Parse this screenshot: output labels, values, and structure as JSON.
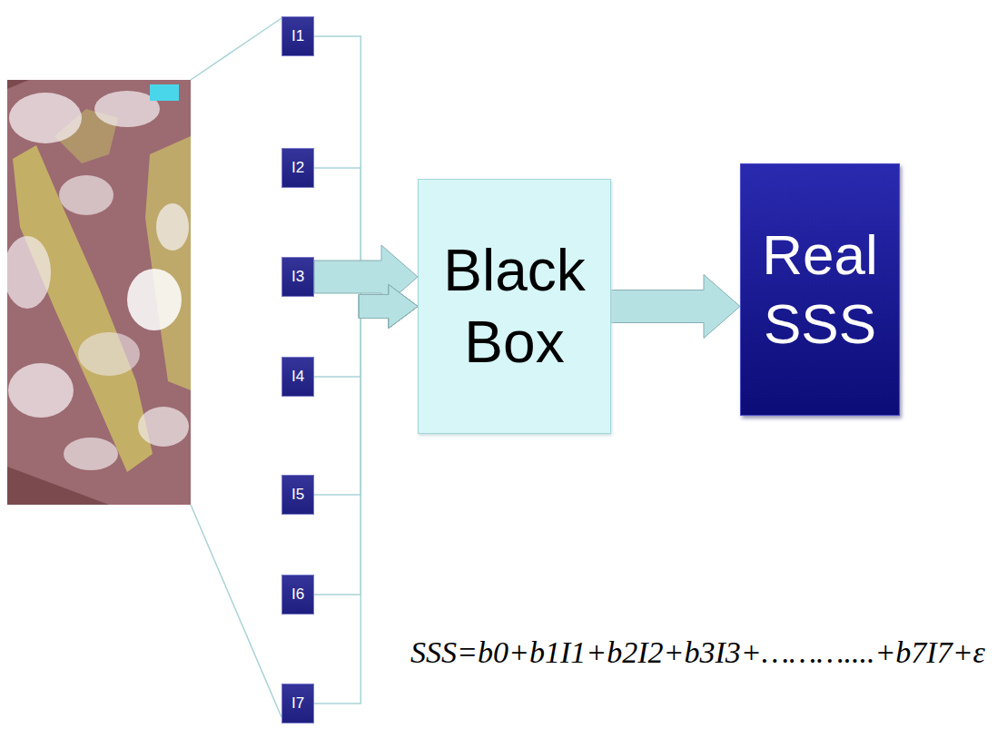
{
  "diagram": {
    "nodes": [
      {
        "text": [
          "I1"
        ]
      },
      {
        "text": [
          "I2"
        ]
      },
      {
        "text": [
          "I3"
        ]
      },
      {
        "text": [
          "I4"
        ]
      },
      {
        "text": [
          "I5"
        ]
      },
      {
        "text": [
          "I6"
        ]
      },
      {
        "text": [
          "I7"
        ]
      },
      {
        "text": [
          "Black Box"
        ]
      },
      {
        "text": [
          "Real SSS"
        ]
      }
    ],
    "edges": [
      {
        "from": 0,
        "to": 7,
        "arrow": "to"
      },
      {
        "from": 1,
        "to": 7,
        "arrow": "to"
      },
      {
        "from": 2,
        "to": 7,
        "arrow": "to"
      },
      {
        "from": 3,
        "to": 7,
        "arrow": "to"
      },
      {
        "from": 4,
        "to": 7,
        "arrow": "to"
      },
      {
        "from": 5,
        "to": 7,
        "arrow": "to"
      },
      {
        "from": 6,
        "to": 7,
        "arrow": "to"
      },
      {
        "from": 7,
        "to": 8,
        "arrow": "to"
      }
    ],
    "labels": [
      "SSS=b0+b1I1+b2I2+b3I3+………....+b7I7+ε"
    ]
  }
}
